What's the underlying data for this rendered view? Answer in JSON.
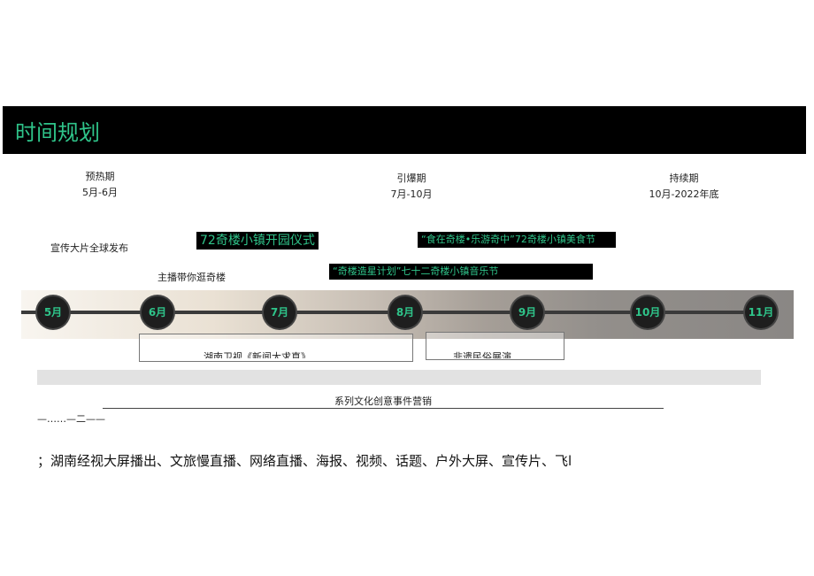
{
  "header": {
    "title": "时间规划"
  },
  "phases": [
    {
      "name": "预热期",
      "range": "5月-6月"
    },
    {
      "name": "引爆期",
      "range": "7月-10月"
    },
    {
      "name": "持续期",
      "range": "10月-2022年底"
    }
  ],
  "events": {
    "global_release": "宣传大片全球发布",
    "anchor_tour": "主播带你逛奇楼",
    "opening": "72奇楼小镇开园仪式",
    "food_festival": "“食在奇楼•乐游奇中”72奇楼小镇美食节",
    "music_festival": "“奇楼造星计划”七十二奇楼小镇音乐节"
  },
  "timeline": {
    "months": [
      "5月",
      "6月",
      "7月",
      "8月",
      "9月",
      "10月",
      "11月"
    ]
  },
  "cut_text": {
    "left_box": "湖南卫视《新闻大求真》",
    "right_box": "非遗民俗展演"
  },
  "summary": {
    "label": "系列文化创意事件营销",
    "dashes": "—……—二——"
  },
  "channels": "；湖南经视大屏播出、文旅慢直播、网络直播、海报、视频、话题、户外大屏、宣传片、飞l"
}
